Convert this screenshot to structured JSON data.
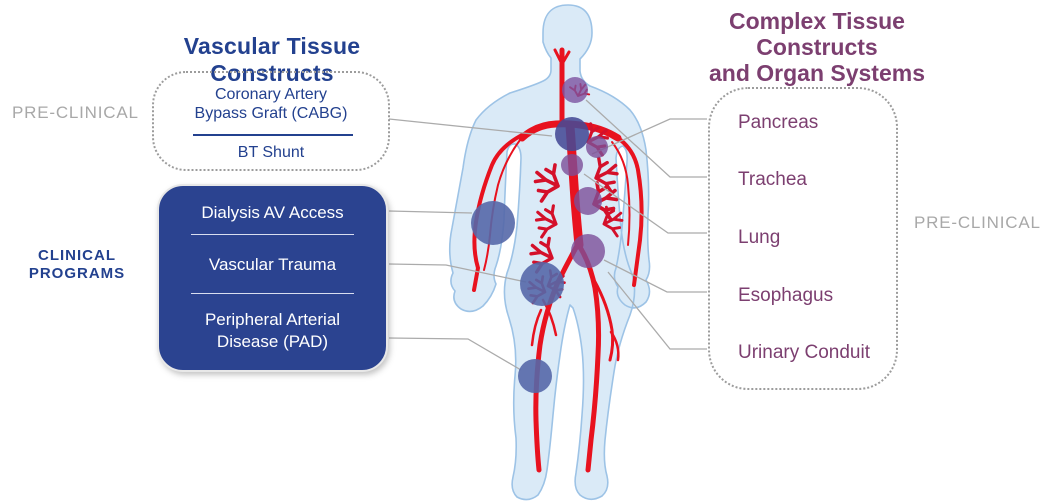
{
  "left": {
    "title": "Vascular Tissue Constructs",
    "preclinical_label": "PRE-CLINICAL",
    "clinical_label_line1": "CLINICAL",
    "clinical_label_line2": "PROGRAMS",
    "preclinical_box": {
      "item1_line1": "Coronary Artery",
      "item1_line2": "Bypass Graft (CABG)",
      "item2": "BT Shunt"
    },
    "clinical_box": {
      "item1": "Dialysis AV Access",
      "item2": "Vascular Trauma",
      "item3_line1": "Peripheral Arterial",
      "item3_line2": "Disease (PAD)"
    }
  },
  "right": {
    "title_line1": "Complex Tissue Constructs",
    "title_line2": "and Organ Systems",
    "preclinical_label": "PRE-CLINICAL",
    "organs": [
      "Pancreas",
      "Trachea",
      "Lung",
      "Esophagus",
      "Urinary Conduit"
    ]
  },
  "illustration": {
    "name": "human-body-vascular-system"
  },
  "colors": {
    "navy_text": "#23418F",
    "clinical_box_bg": "#2B4390",
    "purple_text": "#7C3F70",
    "gray_label": "#A8A8A8",
    "body_fill": "#DAEAF7",
    "body_outline": "#9DC3E6",
    "vessel_red": "#E8121F",
    "organ_circle_purple": "#7C4F99",
    "marker_circle_blue": "#5568A9",
    "heart_circle_navy": "#454A96",
    "connector_gray": "#ABABAB"
  }
}
